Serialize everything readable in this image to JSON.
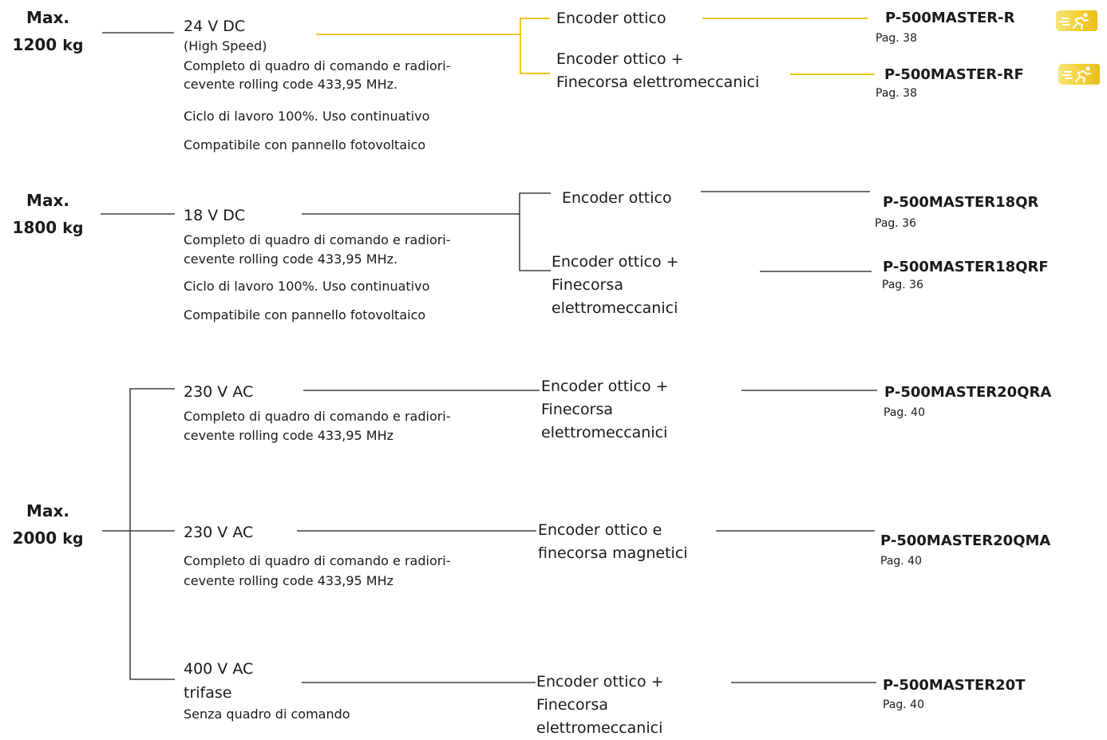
{
  "colors": {
    "accent": "#f2c418",
    "line": "#1a1a1a",
    "text": "#1a1a1a"
  },
  "groups": [
    {
      "weight_label": "Max.",
      "weight_value": "1200",
      "weight_unit": "kg",
      "voltage": "24 V DC",
      "voltage_note": "(High Speed)",
      "desc_line1": "Completo di quadro di comando e radiori-",
      "desc_line2": "cevente rolling code 433,95 MHz.",
      "desc_line3": "Ciclo di lavoro 100%. Uso continuativo",
      "desc_line4": "Compatibile con pannello fotovoltaico",
      "options": [
        {
          "encoder": "Encoder ottico",
          "code": "P-500MASTER-R",
          "page": "Pag. 38",
          "badge_icon": "running-person-icon"
        },
        {
          "encoder_line1": "Encoder ottico +",
          "encoder_line2": "Finecorsa elettromeccanici",
          "code": "P-500MASTER-RF",
          "page": "Pag. 38",
          "badge_icon": "running-person-icon"
        }
      ]
    },
    {
      "weight_label": "Max.",
      "weight_value": "1800",
      "weight_unit": "kg",
      "voltage": "18 V DC",
      "desc_line1": "Completo di quadro di comando e radiori-",
      "desc_line2": "cevente rolling code 433,95 MHz.",
      "desc_line3": "Ciclo di lavoro 100%. Uso continuativo",
      "desc_line4": "Compatibile con pannello fotovoltaico",
      "options": [
        {
          "encoder": "Encoder ottico",
          "code": "P-500MASTER18QR",
          "page": "Pag. 36"
        },
        {
          "encoder_line1": "Encoder ottico +",
          "encoder_line2": "Finecorsa",
          "encoder_line3": "elettromeccanici",
          "code": "P-500MASTER18QRF",
          "page": "Pag. 36"
        }
      ]
    },
    {
      "weight_label": "Max.",
      "weight_value": "2000",
      "weight_unit": "kg",
      "branches": [
        {
          "voltage": "230 V AC",
          "desc_line1": "Completo di quadro di comando e radiori-",
          "desc_line2": "cevente rolling code 433,95 MHz",
          "encoder_line1": "Encoder ottico +",
          "encoder_line2": "Finecorsa",
          "encoder_line3": "elettromeccanici",
          "code": "P-500MASTER20QRA",
          "page": "Pag. 40"
        },
        {
          "voltage": "230 V AC",
          "desc_line1": "Completo di quadro di comando e radiori-",
          "desc_line2": "cevente rolling code 433,95 MHz",
          "encoder_line1": "Encoder ottico e",
          "encoder_line2": "finecorsa magnetici",
          "code": "P-500MASTER20QMA",
          "page": "Pag. 40"
        },
        {
          "voltage": "400 V AC",
          "voltage_note": "trifase",
          "desc_line1": "Senza quadro di comando",
          "encoder_line1": "Encoder ottico +",
          "encoder_line2": "Finecorsa",
          "encoder_line3": "elettromeccanici",
          "code": "P-500MASTER20T",
          "page": "Pag. 40"
        }
      ]
    }
  ]
}
